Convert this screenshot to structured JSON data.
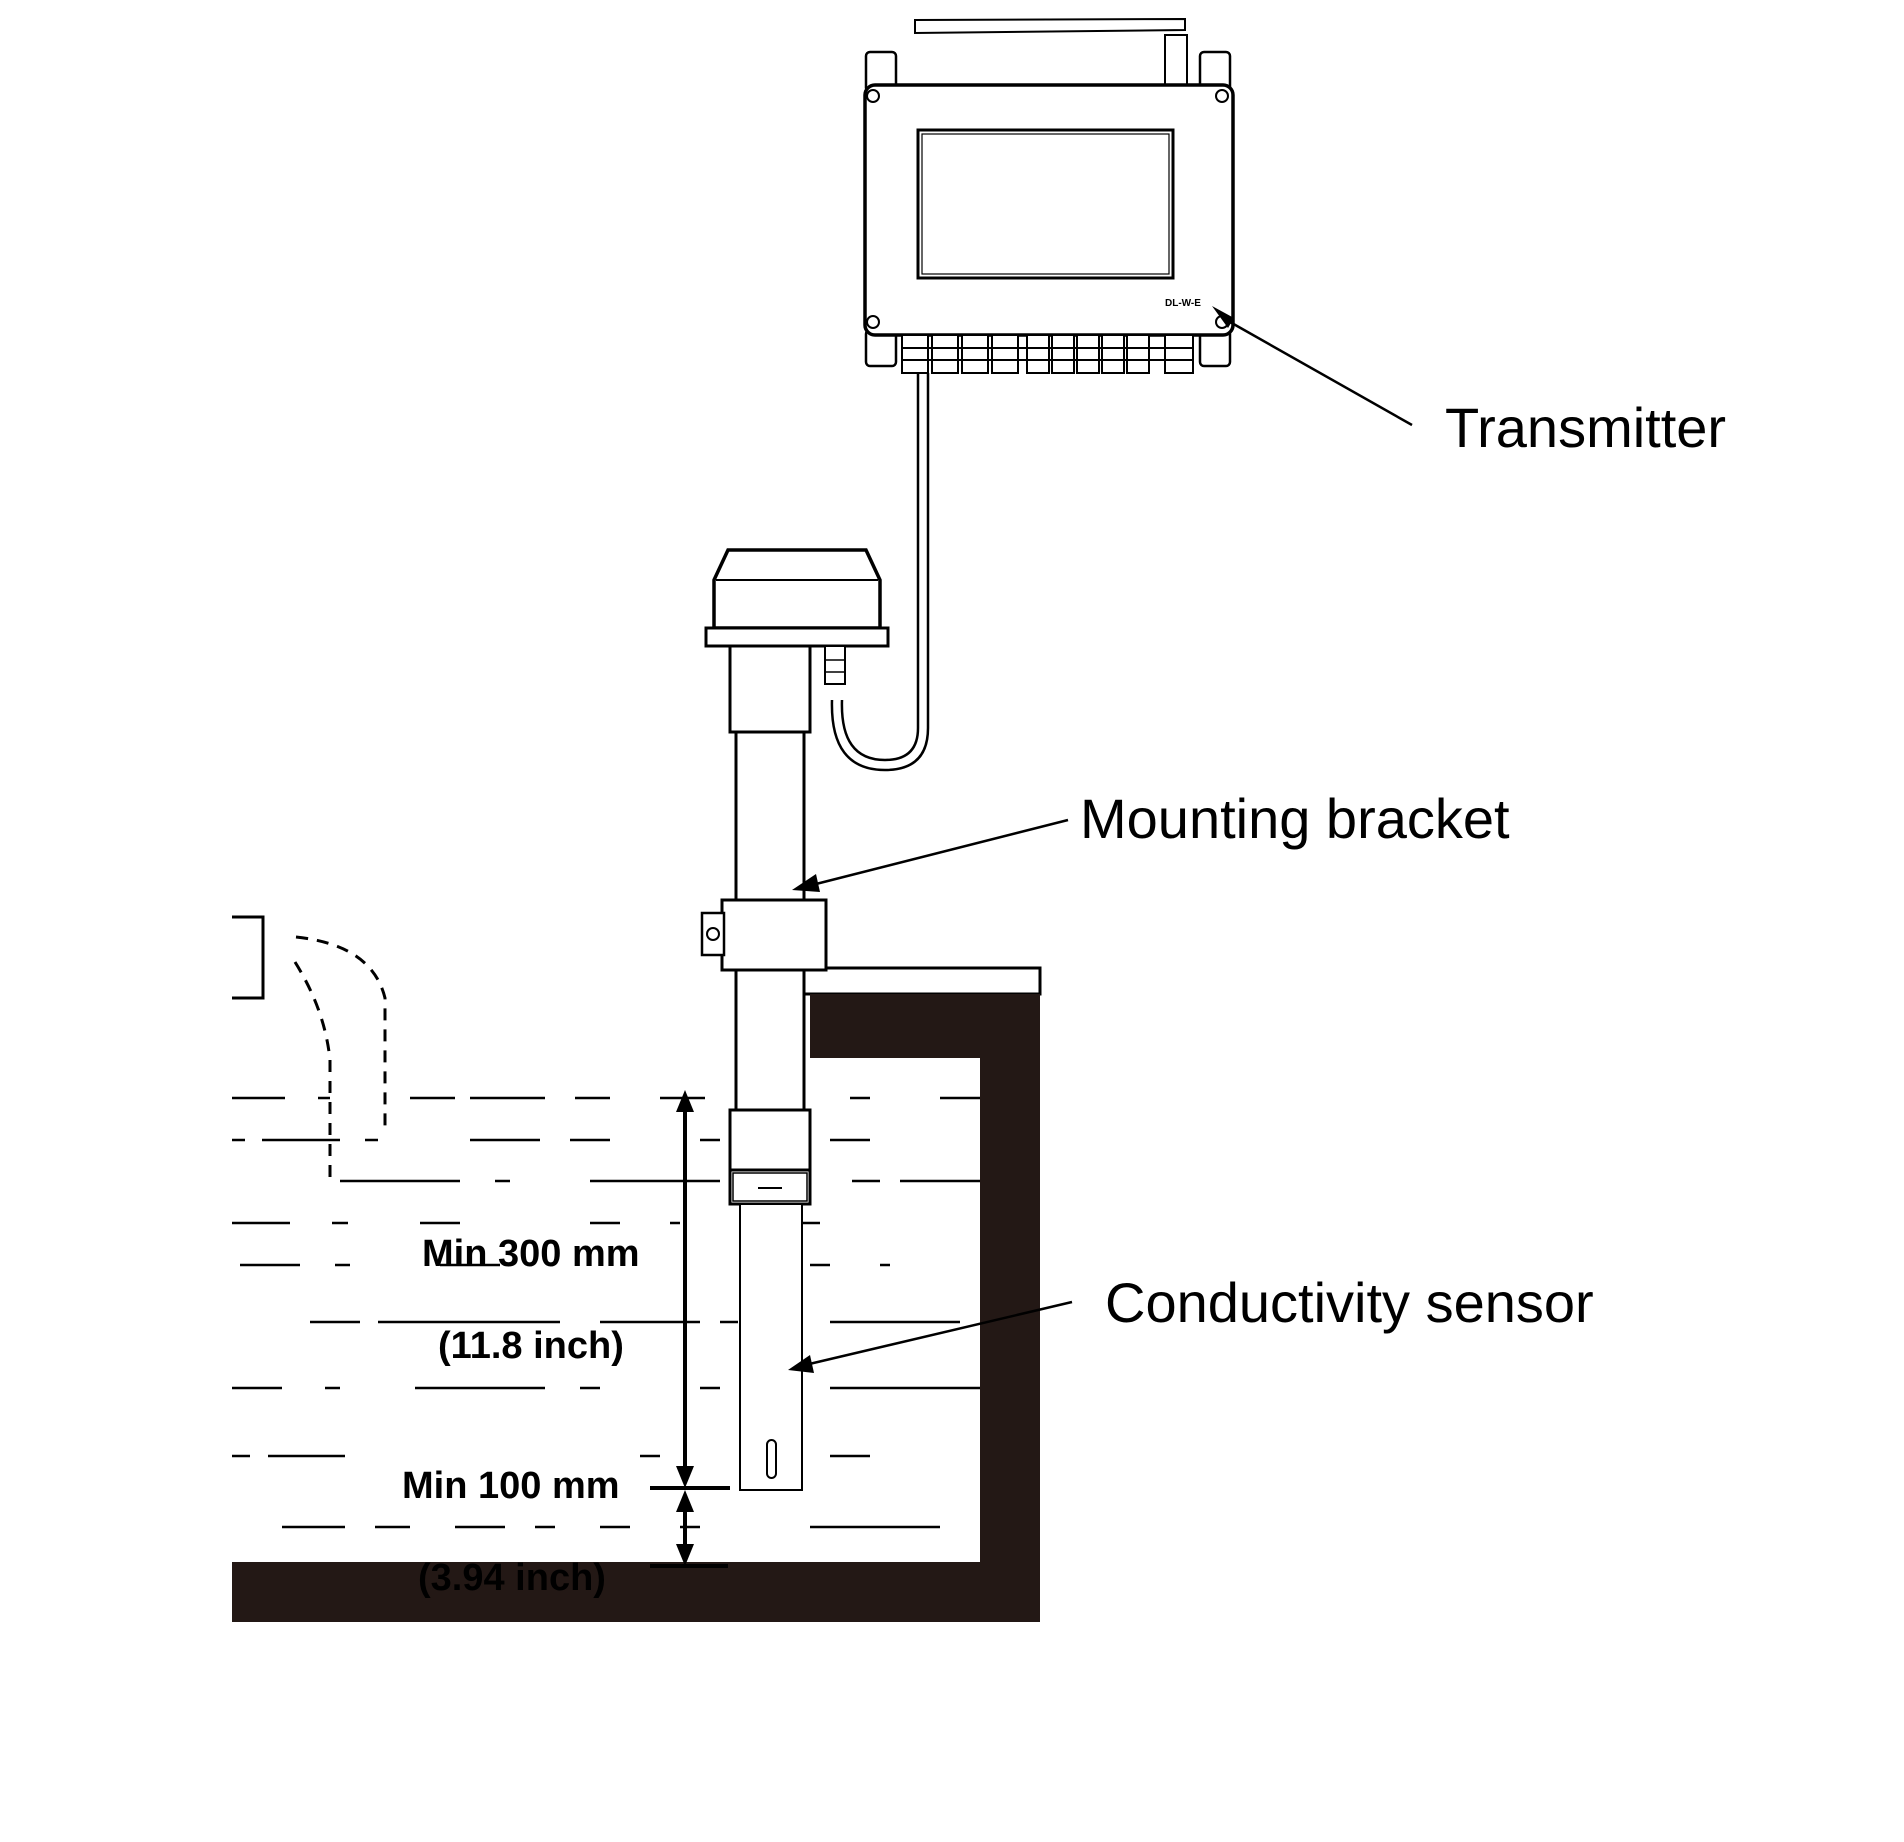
{
  "labels": {
    "transmitter": "Transmitter",
    "mounting_bracket": "Mounting bracket",
    "conductivity_sensor": "Conductivity sensor",
    "model_tag": "DL-W-E"
  },
  "dimensions": {
    "upper_value": "Min 300 mm",
    "upper_imperial": "(11.8 inch)",
    "lower_value": "Min 100 mm",
    "lower_imperial": "(3.94 inch)"
  },
  "colors": {
    "line": "#000000",
    "wall": "#231815",
    "background": "#ffffff"
  }
}
